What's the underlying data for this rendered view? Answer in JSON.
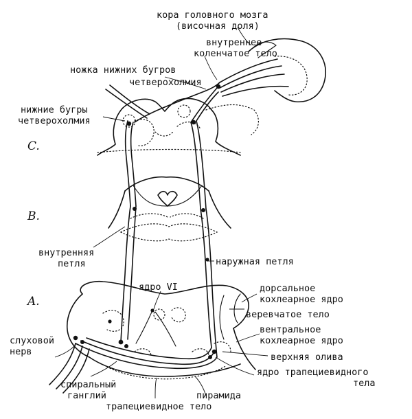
{
  "sections": {
    "c": "C.",
    "b": "B.",
    "a": "A."
  },
  "labels": {
    "cortex_line1": "кора головного мозга",
    "cortex_line2": "(височная доля)",
    "mgb_line1": "внутреннее",
    "mgb_line2": "коленчатое тело",
    "brachium_line1": "ножка нижних бугров",
    "brachium_line2": "четверохолмия",
    "ic_line1": "нижние бугры",
    "ic_line2": "четверохолмия",
    "medial_lemniscus_line1": "внутренняя",
    "medial_lemniscus_line2": "петля",
    "lateral_lemniscus": "наружная петля",
    "nucleus_vi": "ядро VI",
    "dorsal_cochlear_line1": "дорсальное",
    "dorsal_cochlear_line2": "кохлеарное ядро",
    "restiform": "веревчатое тело",
    "ventral_cochlear_line1": "вентральное",
    "ventral_cochlear_line2": "кохлеарное ядро",
    "auditory_nerve_line1": "слуховой",
    "auditory_nerve_line2": "нерв",
    "superior_olive": "верхняя олива",
    "trapezoid_nucleus_line1": "ядро трапециевидного",
    "trapezoid_nucleus_line2": "тела",
    "spiral_ganglion_line1": "спиральный",
    "spiral_ganglion_line2": "ганглий",
    "pyramid": "пирамида",
    "trapezoid_body": "трапециевидное тело"
  }
}
